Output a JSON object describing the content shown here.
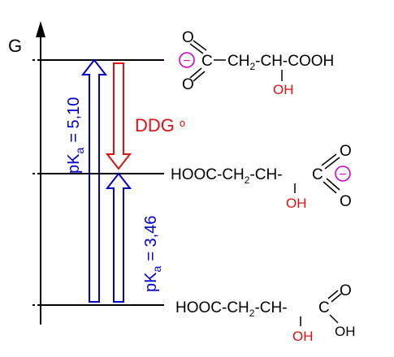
{
  "axis": {
    "label": "G"
  },
  "delta_label": "DDG",
  "degree_symbol": "o",
  "pka_labels": {
    "upper": {
      "p": "pK",
      "sub": "a",
      "value": "= 5,10"
    },
    "lower": {
      "p": "pK",
      "sub": "a",
      "value": "= 3,46"
    }
  },
  "molecules": {
    "top": {
      "charge": "−",
      "o_upper": "O",
      "o_lower": "O",
      "c_main": "C",
      "chain1": "CH",
      "chain1_sub": "2",
      "chain2": "CH-COOH",
      "oh": "OH"
    },
    "middle": {
      "prefix": "HOOC-CH",
      "prefix_sub": "2",
      "chain": "-CH-",
      "c_main": "C",
      "charge": "−",
      "o_upper": "O",
      "o_lower": "O",
      "oh": "OH"
    },
    "bottom": {
      "prefix": "HOOC-CH",
      "prefix_sub": "2",
      "chain": "-CH-",
      "c_main": "C",
      "o_upper": "O",
      "oh_carboxyl": "OH",
      "oh": "OH"
    }
  },
  "colors": {
    "blue": "#0000cc",
    "red": "#dd1111",
    "magenta": "#cc00cc",
    "black": "#000000"
  }
}
